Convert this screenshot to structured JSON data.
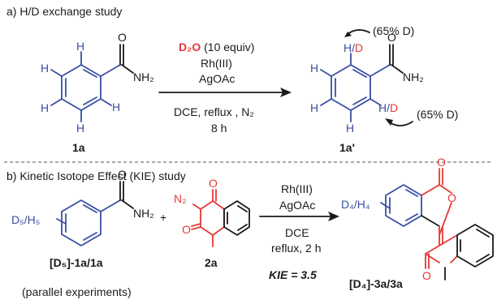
{
  "section_a": {
    "title": "a) H/D exchange study",
    "reagent_d2o": "D₂O",
    "reagent_equiv": " (10 equiv)",
    "catalyst": "Rh(III)",
    "additive": "AgOAc",
    "conditions_1": "DCE,  reflux , N₂",
    "time": "8 h",
    "start_label": "1a",
    "product_label": "1a'",
    "h_atom": "H",
    "nh2": "NH₂",
    "o_atom": "O",
    "hd_h": "H/",
    "hd_d": "D",
    "note_top": "(65% D)",
    "note_bottom": "(65% D)"
  },
  "section_b": {
    "title": "b) Kinetic Isotope Effect (KIE) study",
    "sub_label_1": "D₅/H₅",
    "sub_label_2": "D₄/H₄",
    "plus": "+",
    "n2": "N₂",
    "start_label": "[D₅]-1a/1a",
    "reagent_label": "2a",
    "parallel": "(parallel experiments)",
    "catalyst": "Rh(III)",
    "additive": "AgOAc",
    "solvent": "DCE",
    "conditions": "reflux, 2 h",
    "kie": "KIE = 3.5",
    "product_label": "[D₄]-3a/3a"
  },
  "colors": {
    "blue": "#3a4fa3",
    "red": "#e53935",
    "black": "#1a1a1a"
  }
}
